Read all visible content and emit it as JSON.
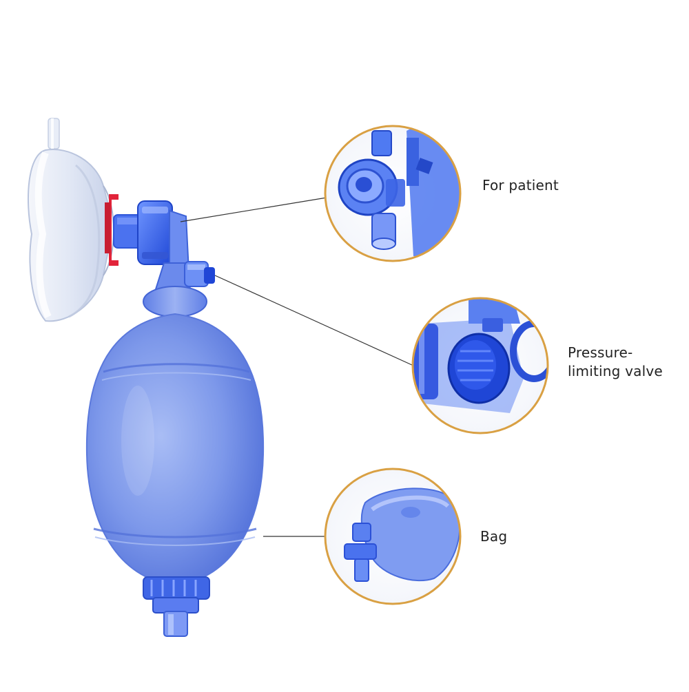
{
  "callouts": [
    {
      "id": "for-patient",
      "lines": [
        "For patient"
      ]
    },
    {
      "id": "pressure-limiting-valve",
      "lines": [
        "Pressure-",
        "limiting valve"
      ]
    },
    {
      "id": "bag",
      "lines": [
        "Bag"
      ]
    }
  ],
  "colors": {
    "ring": "#d9a043",
    "leader_line": "#333333",
    "bag_blue": "#6f8fe8",
    "bag_blue_dark": "#4f6fd9",
    "valve_blue": "#2a56e6",
    "mask_clear": "#e9eef8",
    "clip_red": "#e2243a",
    "text": "#222222",
    "background": "#ffffff"
  },
  "icons": {
    "patient_detail": "patient-connector-closeup",
    "valve_detail": "pressure-limiting-valve-closeup",
    "bag_detail": "bag-inlet-closeup"
  }
}
